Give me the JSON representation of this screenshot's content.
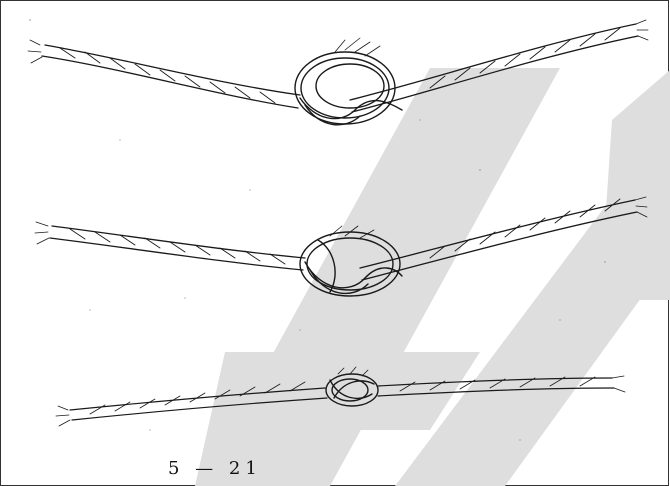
{
  "figure": {
    "caption": "5 — 21",
    "watermark_color": "#dedede",
    "ink_color": "#1a1a1a",
    "paper_color": "#ffffff",
    "panels": [
      {
        "name": "loose-knot",
        "stage": 1
      },
      {
        "name": "forming-knot",
        "stage": 2
      },
      {
        "name": "tightened-knot",
        "stage": 3
      }
    ]
  }
}
